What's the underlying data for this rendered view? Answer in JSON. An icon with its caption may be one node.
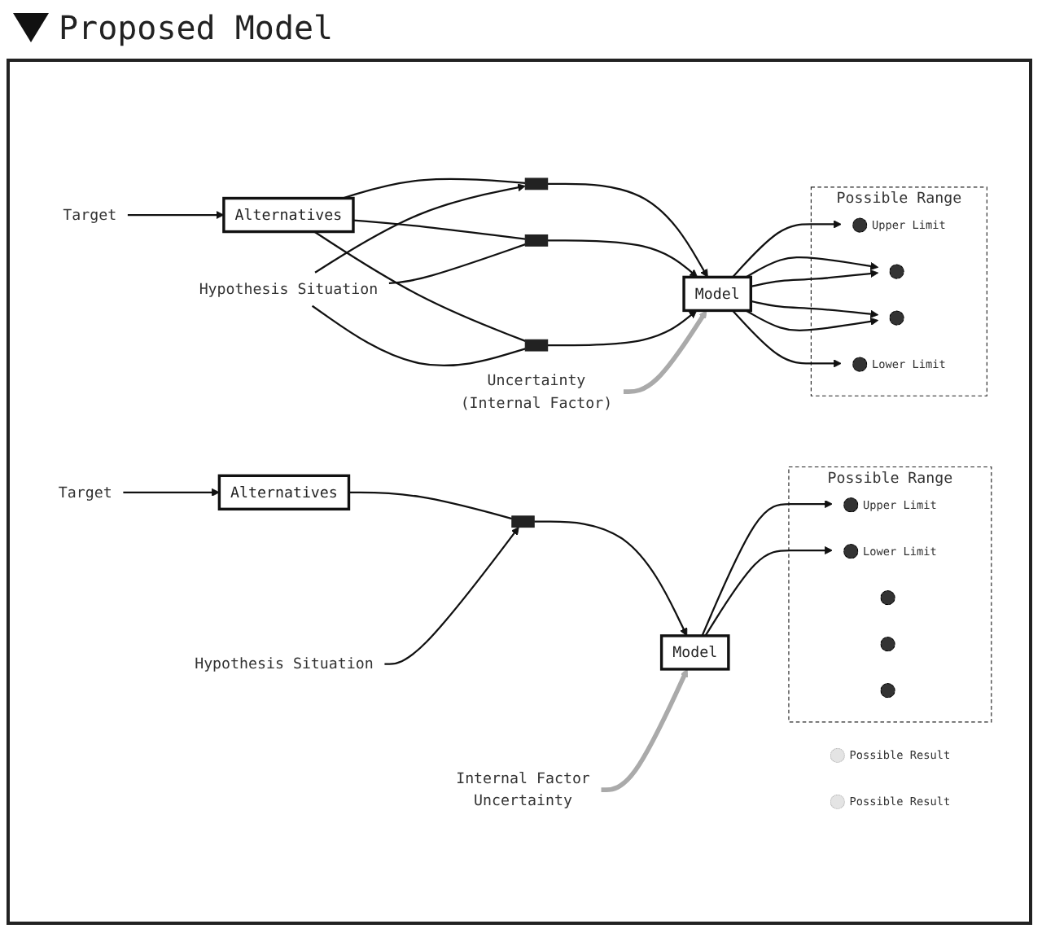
{
  "diagram": {
    "title": "Proposed Model",
    "nodes": [
      {
        "text": [
          "Target"
        ]
      },
      {
        "text": [
          "Alternatives"
        ]
      },
      {
        "text": [],
        "shape": "box"
      },
      {
        "text": [
          "Hypothesis Situation"
        ]
      },
      {
        "text": [
          "Model"
        ]
      },
      {
        "text": [
          "Internal Factor",
          "Uncertainty"
        ]
      },
      {
        "text": [],
        "shape": "circle",
        "beside": [
          "Possible Result"
        ]
      },
      {
        "text": [
          "Possible Range"
        ]
      },
      {
        "text": [],
        "shape": "circle",
        "in": 7,
        "beside": [
          "Upper Limit"
        ]
      },
      {
        "text": [],
        "shape": "circle",
        "in": 7
      },
      {
        "text": [],
        "shape": "circle",
        "in": 7
      },
      {
        "text": [],
        "shape": "circle",
        "in": 7
      },
      {
        "text": [],
        "shape": "circle",
        "in": 7,
        "beside": [
          "Lower Limit"
        ]
      },
      {
        "text": [],
        "shape": "circle",
        "beside": [
          "Possible Result"
        ]
      },
      {
        "text": [
          "Target"
        ]
      },
      {
        "text": [
          "Alternatives"
        ]
      },
      {
        "text": [],
        "shape": "box"
      },
      {
        "text": [],
        "shape": "box"
      },
      {
        "text": [],
        "shape": "box"
      },
      {
        "text": [
          "Hypothesis Situation"
        ]
      },
      {
        "text": [
          "Model"
        ]
      },
      {
        "text": [
          "Uncertainty",
          "(Internal Factor)"
        ]
      },
      {
        "text": [
          "Possible Range"
        ]
      },
      {
        "text": [],
        "shape": "circle",
        "in": 22,
        "beside": [
          "Upper Limit"
        ]
      },
      {
        "text": [],
        "shape": "circle",
        "in": 22
      },
      {
        "text": [],
        "shape": "circle",
        "in": 22
      },
      {
        "text": [],
        "shape": "circle",
        "in": 22,
        "beside": [
          "Lower Limit"
        ]
      }
    ],
    "edges": [
      {
        "from": 0,
        "to": 1,
        "arrow": "to"
      },
      {
        "from": 1,
        "to": 2,
        "arrow": "none"
      },
      {
        "from": 3,
        "to": 2,
        "arrow": "to"
      },
      {
        "from": 2,
        "to": 4,
        "arrow": "to"
      },
      {
        "from": 5,
        "to": 4,
        "arrow": "to",
        "style": "thick",
        "color": "#aaaaaa"
      },
      {
        "from": 4,
        "to": 8,
        "arrow": "to"
      },
      {
        "from": 4,
        "to": 12,
        "arrow": "to"
      },
      {
        "from": 14,
        "to": 15,
        "arrow": "to"
      },
      {
        "from": 15,
        "to": 16,
        "arrow": "none"
      },
      {
        "from": 15,
        "to": 17,
        "arrow": "none"
      },
      {
        "from": 15,
        "to": 18,
        "arrow": "none"
      },
      {
        "from": 19,
        "to": 18,
        "arrow": "none"
      },
      {
        "from": 19,
        "to": 17,
        "arrow": "none"
      },
      {
        "from": 19,
        "to": 16,
        "arrow": "to"
      },
      {
        "from": 16,
        "to": 20,
        "arrow": "to"
      },
      {
        "from": 17,
        "to": 20,
        "arrow": "to"
      },
      {
        "from": 18,
        "to": 20,
        "arrow": "to"
      },
      {
        "from": 21,
        "to": 20,
        "arrow": "to",
        "style": "thick",
        "color": "#aaaaaa"
      },
      {
        "from": 20,
        "to": 23,
        "arrow": "to"
      },
      {
        "from": 20,
        "to": 24,
        "arrow": "to"
      },
      {
        "from": 20,
        "to": 24,
        "arrow": "to"
      },
      {
        "from": 20,
        "to": 25,
        "arrow": "to"
      },
      {
        "from": 20,
        "to": 25,
        "arrow": "to"
      },
      {
        "from": 20,
        "to": 26,
        "arrow": "to"
      }
    ]
  }
}
